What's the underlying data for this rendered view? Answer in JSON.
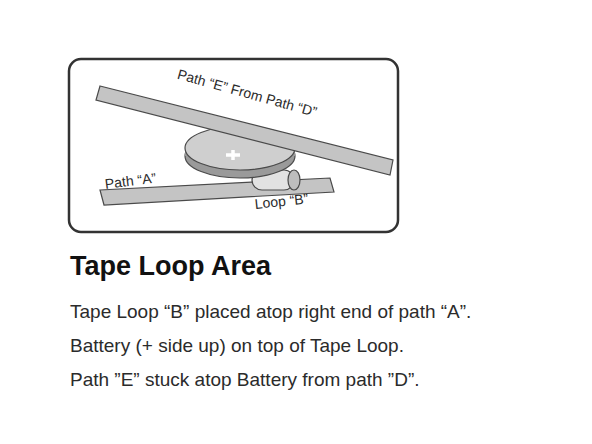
{
  "diagram": {
    "title": "Tape Loop Area",
    "labels": [
      "Path “E” From Path “D”",
      "Path “A”",
      "Loop “B”",
      "Tape Loop “B” placed atop right end of path “A”.",
      "Battery (+ side up) on top of Tape Loop.",
      "Path ”E” stuck atop Battery from path ”D”."
    ]
  }
}
